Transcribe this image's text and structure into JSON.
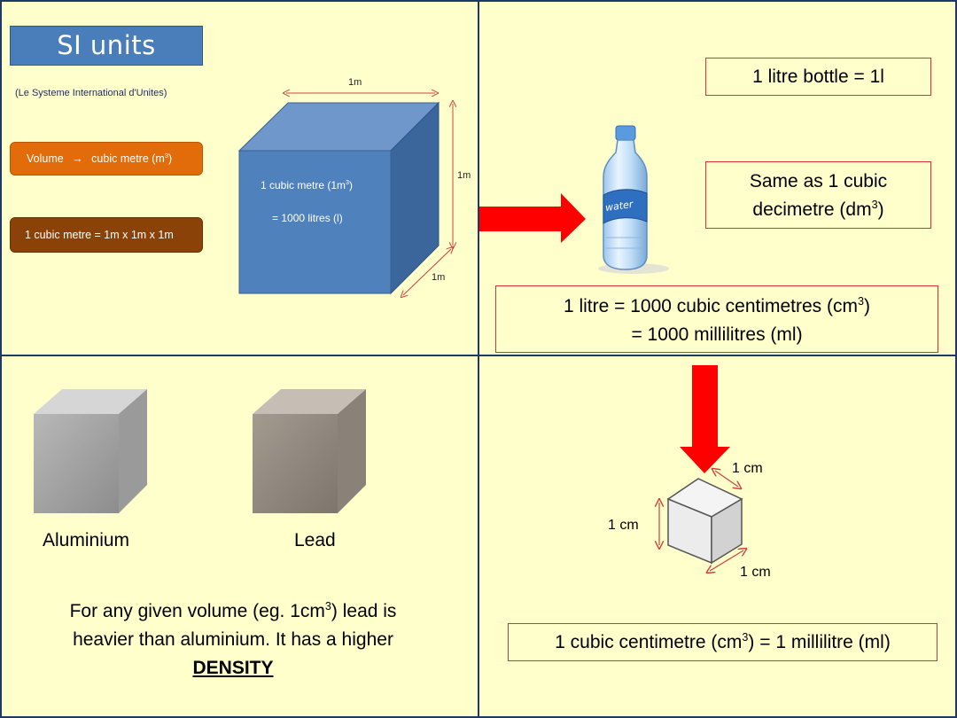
{
  "top_left": {
    "title": "SI units",
    "subtitle": "(Le Systeme International d'Unites)",
    "volume_pill": {
      "text_before": "Volume",
      "arrow": "→",
      "text_after": "cubic metre (m",
      "sup": "3",
      "close": ")"
    },
    "cubic_metre_pill": "1 cubic metre = 1m x 1m x 1m",
    "cube": {
      "line1": "1 cubic metre (1m",
      "line1_sup": "3",
      "line1_close": ")",
      "line2": "=  1000 litres (l)",
      "dim_top": "1m",
      "dim_right": "1m",
      "dim_bottom": "1m",
      "front_color": "#4f81bd",
      "top_color": "#6f97cc",
      "side_color": "#3a669c"
    }
  },
  "top_right": {
    "bottle_box": "1 litre bottle = 1l",
    "bottle_label": "water",
    "dm_box_line1": "Same as 1 cubic",
    "dm_box_line2_before": "decimetre (dm",
    "dm_box_line2_sup": "3",
    "dm_box_line2_close": ")",
    "cm_box_line1_before": "1 litre = 1000 cubic centimetres (cm",
    "cm_box_line1_sup": "3",
    "cm_box_line1_close": ")",
    "cm_box_line2": "=  1000 millilitres (ml)",
    "arrow_color": "#ff0000"
  },
  "bottom_left": {
    "aluminium_label": "Aluminium",
    "lead_label": "Lead",
    "density_line1_before": "For any given volume (eg. 1cm",
    "density_line1_sup": "3",
    "density_line1_after": ") lead is",
    "density_line2": "heavier than aluminium.  It has a higher",
    "density_word": "DENSITY"
  },
  "bottom_right": {
    "dim_top": "1 cm",
    "dim_left": "1 cm",
    "dim_bottom": "1 cm",
    "equation_before": "1 cubic centimetre (cm",
    "equation_sup": "3",
    "equation_after": ") = 1 millilitre (ml)"
  },
  "colors": {
    "background": "#ffffcc",
    "border": "#1f3864",
    "title_box": "#4a7ebb",
    "orange_pill": "#e36c0a",
    "brown_pill": "#8b4208",
    "red_outline": "#e03030"
  }
}
